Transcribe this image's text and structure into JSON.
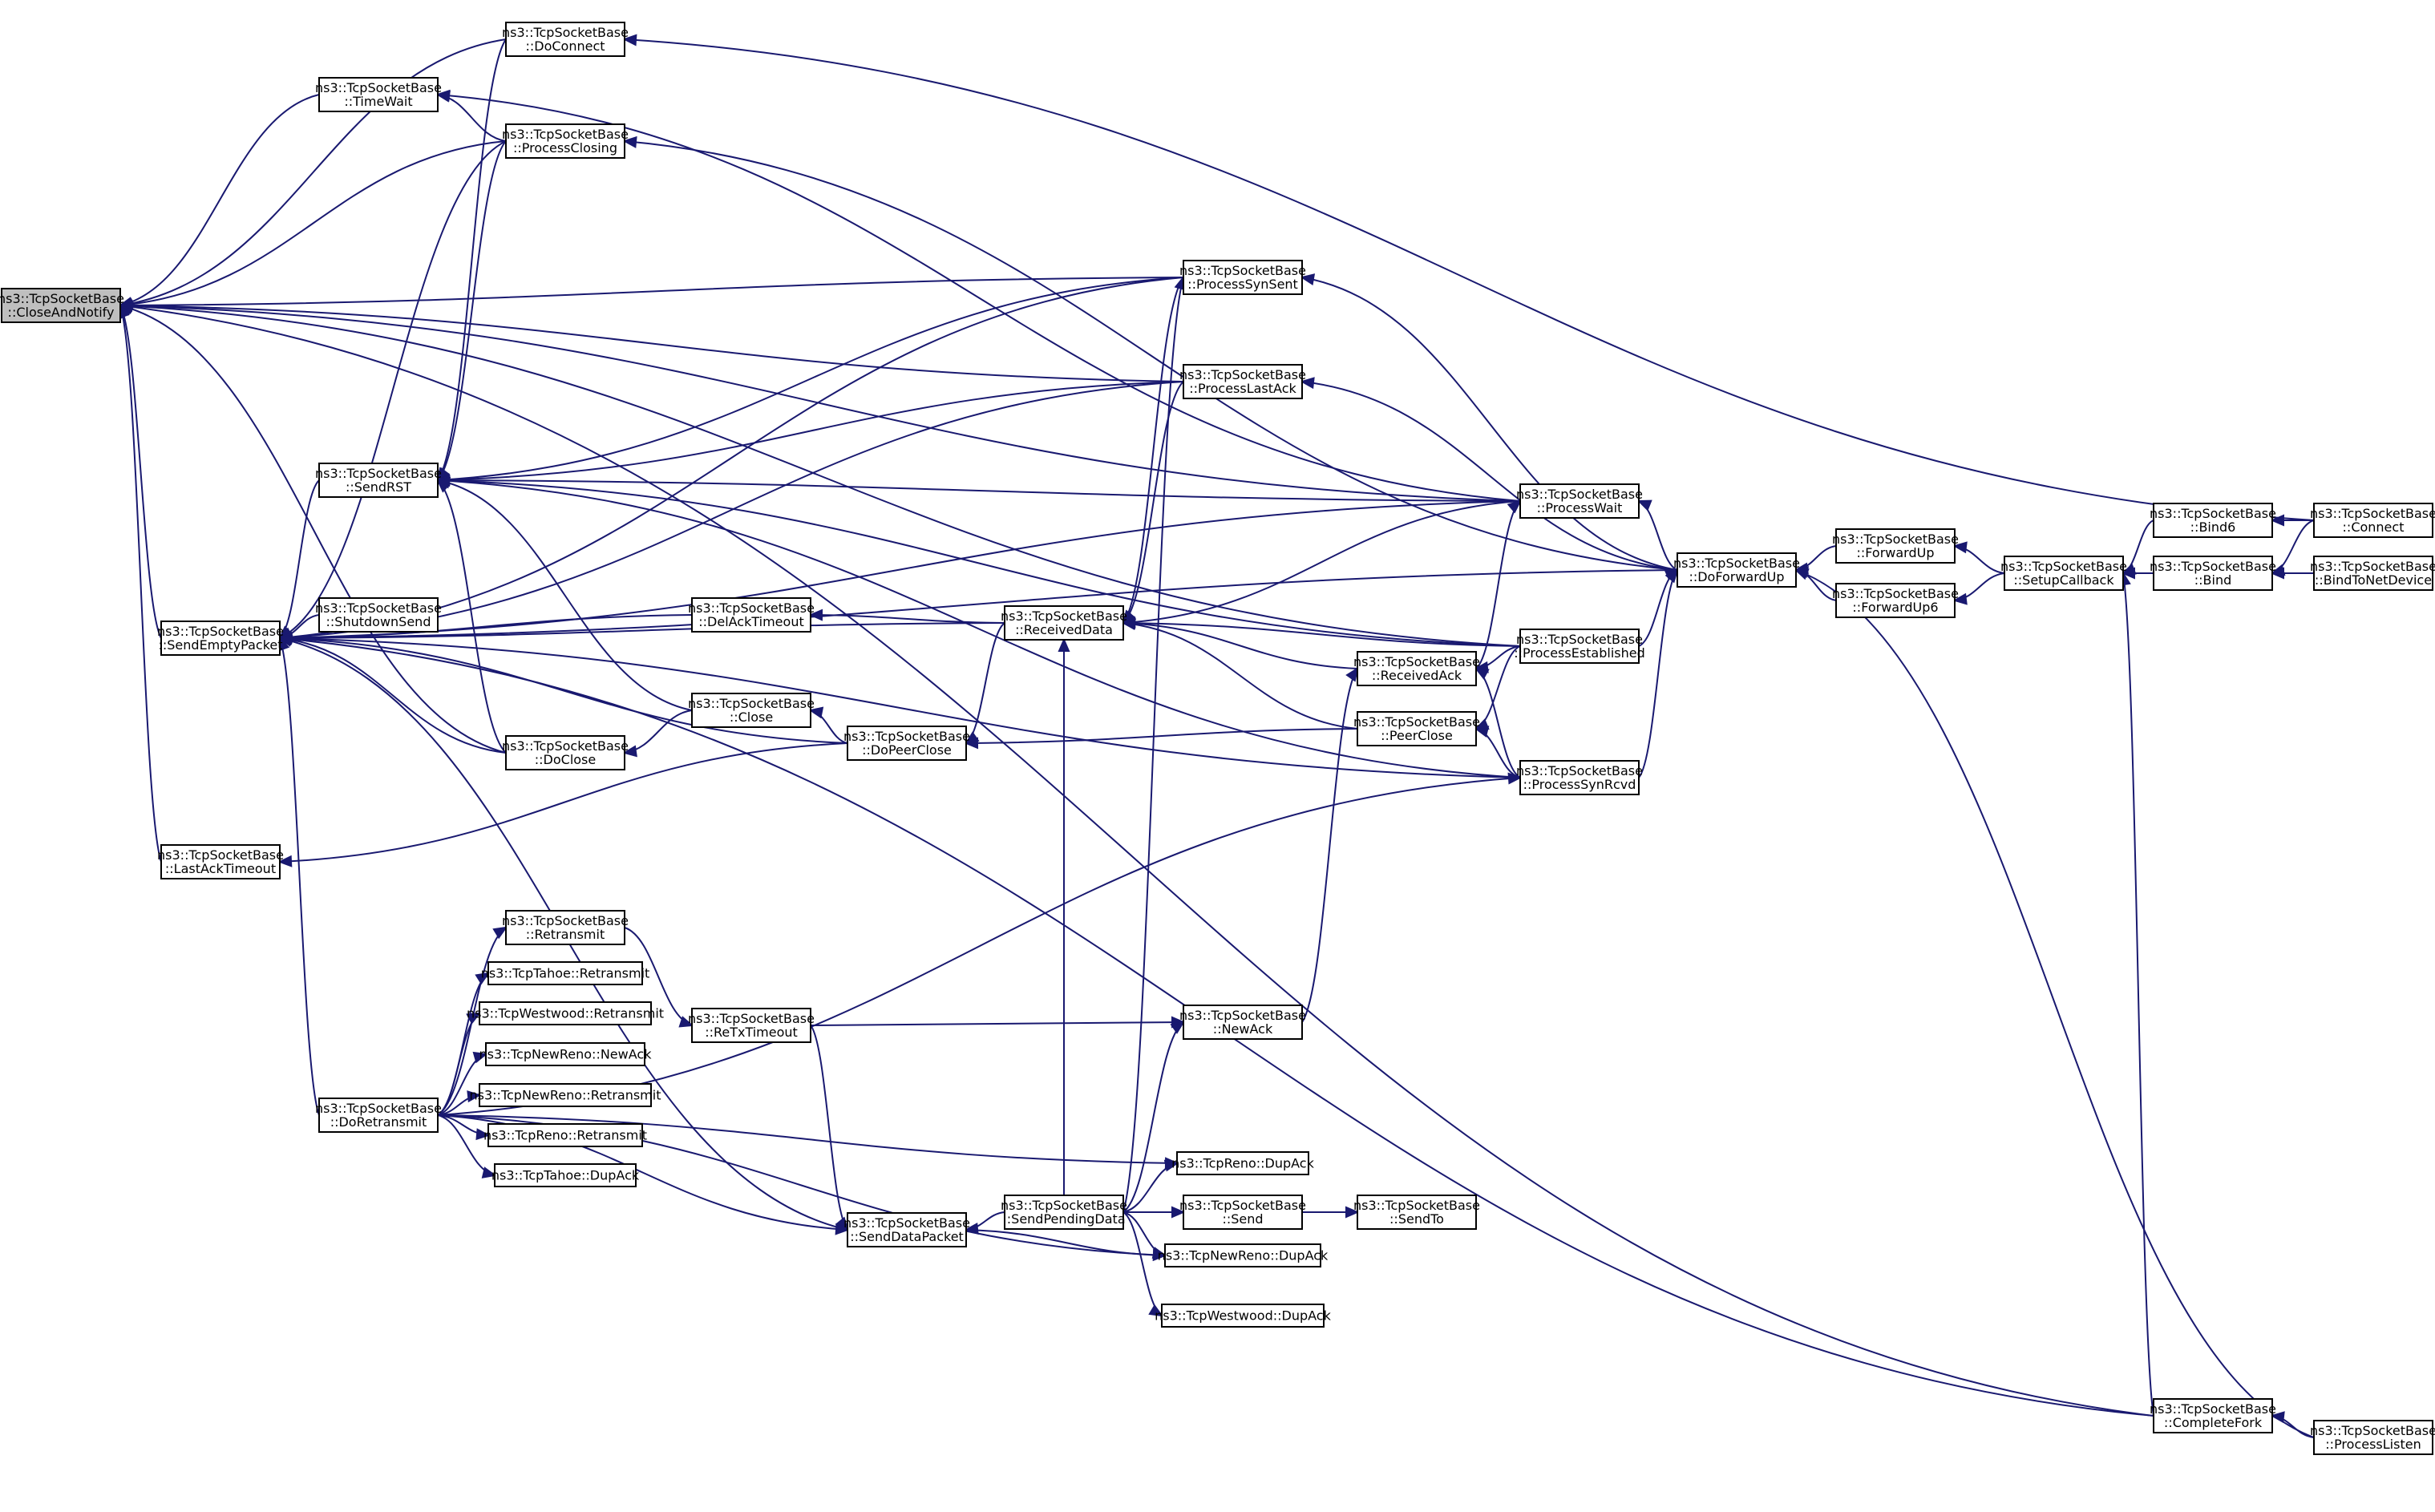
{
  "graph": {
    "nodes": [
      {
        "id": "CloseAndNotify",
        "lines": [
          "ns3::TcpSocketBase",
          "::CloseAndNotify"
        ],
        "highlight": true
      },
      {
        "id": "DoConnect",
        "lines": [
          "ns3::TcpSocketBase",
          "::DoConnect"
        ]
      },
      {
        "id": "TimeWait",
        "lines": [
          "ns3::TcpSocketBase",
          "::TimeWait"
        ]
      },
      {
        "id": "ProcessClosing",
        "lines": [
          "ns3::TcpSocketBase",
          "::ProcessClosing"
        ]
      },
      {
        "id": "ProcessSynSent",
        "lines": [
          "ns3::TcpSocketBase",
          "::ProcessSynSent"
        ]
      },
      {
        "id": "ProcessLastAck",
        "lines": [
          "ns3::TcpSocketBase",
          "::ProcessLastAck"
        ]
      },
      {
        "id": "SendRST",
        "lines": [
          "ns3::TcpSocketBase",
          "::SendRST"
        ]
      },
      {
        "id": "ProcessWait",
        "lines": [
          "ns3::TcpSocketBase",
          "::ProcessWait"
        ]
      },
      {
        "id": "DoForwardUp",
        "lines": [
          "ns3::TcpSocketBase",
          "::DoForwardUp"
        ]
      },
      {
        "id": "ForwardUp",
        "lines": [
          "ns3::TcpSocketBase",
          "::ForwardUp"
        ]
      },
      {
        "id": "ForwardUp6",
        "lines": [
          "ns3::TcpSocketBase",
          "::ForwardUp6"
        ]
      },
      {
        "id": "SetupCallback",
        "lines": [
          "ns3::TcpSocketBase",
          "::SetupCallback"
        ]
      },
      {
        "id": "Bind6",
        "lines": [
          "ns3::TcpSocketBase",
          "::Bind6"
        ]
      },
      {
        "id": "Bind",
        "lines": [
          "ns3::TcpSocketBase",
          "::Bind"
        ]
      },
      {
        "id": "Connect",
        "lines": [
          "ns3::TcpSocketBase",
          "::Connect"
        ]
      },
      {
        "id": "BindToNetDevice",
        "lines": [
          "ns3::TcpSocketBase",
          "::BindToNetDevice"
        ]
      },
      {
        "id": "SendEmptyPacket",
        "lines": [
          "ns3::TcpSocketBase",
          "::SendEmptyPacket"
        ]
      },
      {
        "id": "ShutdownSend",
        "lines": [
          "ns3::TcpSocketBase",
          "::ShutdownSend"
        ]
      },
      {
        "id": "DelAckTimeout",
        "lines": [
          "ns3::TcpSocketBase",
          "::DelAckTimeout"
        ]
      },
      {
        "id": "ReceivedData",
        "lines": [
          "ns3::TcpSocketBase",
          "::ReceivedData"
        ]
      },
      {
        "id": "ReceivedAck",
        "lines": [
          "ns3::TcpSocketBase",
          "::ReceivedAck"
        ]
      },
      {
        "id": "ProcessEstablished",
        "lines": [
          "ns3::TcpSocketBase",
          "::ProcessEstablished"
        ]
      },
      {
        "id": "PeerClose",
        "lines": [
          "ns3::TcpSocketBase",
          "::PeerClose"
        ]
      },
      {
        "id": "ProcessSynRcvd",
        "lines": [
          "ns3::TcpSocketBase",
          "::ProcessSynRcvd"
        ]
      },
      {
        "id": "Close",
        "lines": [
          "ns3::TcpSocketBase",
          "::Close"
        ]
      },
      {
        "id": "DoClose",
        "lines": [
          "ns3::TcpSocketBase",
          "::DoClose"
        ]
      },
      {
        "id": "DoPeerClose",
        "lines": [
          "ns3::TcpSocketBase",
          "::DoPeerClose"
        ]
      },
      {
        "id": "LastAckTimeout",
        "lines": [
          "ns3::TcpSocketBase",
          "::LastAckTimeout"
        ]
      },
      {
        "id": "Retransmit",
        "lines": [
          "ns3::TcpSocketBase",
          "::Retransmit"
        ]
      },
      {
        "id": "TahoeRetransmit",
        "lines": [
          "ns3::TcpTahoe::Retransmit"
        ]
      },
      {
        "id": "WestwoodRetransmit",
        "lines": [
          "ns3::TcpWestwood::Retransmit"
        ]
      },
      {
        "id": "NewRenoNewAck",
        "lines": [
          "ns3::TcpNewReno::NewAck"
        ]
      },
      {
        "id": "NewRenoRetransmit",
        "lines": [
          "ns3::TcpNewReno::Retransmit"
        ]
      },
      {
        "id": "RenoRetransmit",
        "lines": [
          "ns3::TcpReno::Retransmit"
        ]
      },
      {
        "id": "TahoeDupAck",
        "lines": [
          "ns3::TcpTahoe::DupAck"
        ]
      },
      {
        "id": "DoRetransmit",
        "lines": [
          "ns3::TcpSocketBase",
          "::DoRetransmit"
        ]
      },
      {
        "id": "ReTxTimeout",
        "lines": [
          "ns3::TcpSocketBase",
          "::ReTxTimeout"
        ]
      },
      {
        "id": "NewAck",
        "lines": [
          "ns3::TcpSocketBase",
          "::NewAck"
        ]
      },
      {
        "id": "RenoDupAck",
        "lines": [
          "ns3::TcpReno::DupAck"
        ]
      },
      {
        "id": "SendPendingData",
        "lines": [
          "ns3::TcpSocketBase",
          "::SendPendingData"
        ]
      },
      {
        "id": "SendDataPacket",
        "lines": [
          "ns3::TcpSocketBase",
          "::SendDataPacket"
        ]
      },
      {
        "id": "Send",
        "lines": [
          "ns3::TcpSocketBase",
          "::Send"
        ]
      },
      {
        "id": "SendTo",
        "lines": [
          "ns3::TcpSocketBase",
          "::SendTo"
        ]
      },
      {
        "id": "NewRenoDupAck",
        "lines": [
          "ns3::TcpNewReno::DupAck"
        ]
      },
      {
        "id": "WestwoodDupAck",
        "lines": [
          "ns3::TcpWestwood::DupAck"
        ]
      },
      {
        "id": "CompleteFork",
        "lines": [
          "ns3::TcpSocketBase",
          "::CompleteFork"
        ]
      },
      {
        "id": "ProcessListen",
        "lines": [
          "ns3::TcpSocketBase",
          "::ProcessListen"
        ]
      }
    ],
    "edges": [
      {
        "from": "DoConnect",
        "to": "CloseAndNotify"
      },
      {
        "from": "TimeWait",
        "to": "CloseAndNotify"
      },
      {
        "from": "ProcessClosing",
        "to": "CloseAndNotify"
      },
      {
        "from": "ProcessSynSent",
        "to": "CloseAndNotify"
      },
      {
        "from": "ProcessLastAck",
        "to": "CloseAndNotify"
      },
      {
        "from": "SendEmptyPacket",
        "to": "CloseAndNotify"
      },
      {
        "from": "DoClose",
        "to": "CloseAndNotify"
      },
      {
        "from": "LastAckTimeout",
        "to": "CloseAndNotify"
      },
      {
        "from": "ProcessEstablished",
        "to": "CloseAndNotify"
      },
      {
        "from": "CompleteFork",
        "to": "CloseAndNotify"
      },
      {
        "from": "ProcessWait",
        "to": "CloseAndNotify"
      },
      {
        "from": "Connect",
        "to": "DoConnect"
      },
      {
        "from": "ProcessClosing",
        "to": "TimeWait"
      },
      {
        "from": "ProcessWait",
        "to": "TimeWait"
      },
      {
        "from": "DoForwardUp",
        "to": "ProcessClosing"
      },
      {
        "from": "DoForwardUp",
        "to": "ProcessSynSent"
      },
      {
        "from": "DoForwardUp",
        "to": "ProcessLastAck"
      },
      {
        "from": "DoForwardUp",
        "to": "ProcessWait"
      },
      {
        "from": "ProcessSynRcvd",
        "to": "DoForwardUp"
      },
      {
        "from": "ProcessEstablished",
        "to": "DoForwardUp"
      },
      {
        "from": "ProcessListen",
        "to": "DoForwardUp"
      },
      {
        "from": "ForwardUp",
        "to": "DoForwardUp"
      },
      {
        "from": "ForwardUp6",
        "to": "DoForwardUp"
      },
      {
        "from": "SetupCallback",
        "to": "ForwardUp"
      },
      {
        "from": "SetupCallback",
        "to": "ForwardUp6"
      },
      {
        "from": "Bind6",
        "to": "SetupCallback"
      },
      {
        "from": "Bind",
        "to": "SetupCallback"
      },
      {
        "from": "CompleteFork",
        "to": "SetupCallback"
      },
      {
        "from": "Connect",
        "to": "Bind6"
      },
      {
        "from": "Connect",
        "to": "Bind"
      },
      {
        "from": "BindToNetDevice",
        "to": "Bind"
      },
      {
        "from": "ProcessListen",
        "to": "CompleteFork"
      },
      {
        "from": "DoConnect",
        "to": "SendRST"
      },
      {
        "from": "ProcessClosing",
        "to": "SendRST"
      },
      {
        "from": "ProcessSynSent",
        "to": "SendRST"
      },
      {
        "from": "ProcessLastAck",
        "to": "SendRST"
      },
      {
        "from": "ProcessWait",
        "to": "SendRST"
      },
      {
        "from": "ProcessEstablished",
        "to": "SendRST"
      },
      {
        "from": "ProcessSynRcvd",
        "to": "SendRST"
      },
      {
        "from": "Close",
        "to": "SendRST"
      },
      {
        "from": "DoClose",
        "to": "SendRST"
      },
      {
        "from": "SendRST",
        "to": "SendEmptyPacket"
      },
      {
        "from": "ProcessClosing",
        "to": "SendEmptyPacket"
      },
      {
        "from": "ProcessSynSent",
        "to": "SendEmptyPacket"
      },
      {
        "from": "ProcessLastAck",
        "to": "SendEmptyPacket"
      },
      {
        "from": "ProcessWait",
        "to": "SendEmptyPacket"
      },
      {
        "from": "ShutdownSend",
        "to": "SendEmptyPacket"
      },
      {
        "from": "DelAckTimeout",
        "to": "SendEmptyPacket"
      },
      {
        "from": "ReceivedData",
        "to": "SendEmptyPacket"
      },
      {
        "from": "DoClose",
        "to": "SendEmptyPacket"
      },
      {
        "from": "DoPeerClose",
        "to": "SendEmptyPacket"
      },
      {
        "from": "DoRetransmit",
        "to": "SendEmptyPacket"
      },
      {
        "from": "SendDataPacket",
        "to": "SendEmptyPacket"
      },
      {
        "from": "ProcessSynRcvd",
        "to": "SendEmptyPacket"
      },
      {
        "from": "CompleteFork",
        "to": "SendEmptyPacket"
      },
      {
        "from": "DoForwardUp",
        "to": "SendEmptyPacket"
      },
      {
        "from": "ReceivedData",
        "to": "DelAckTimeout"
      },
      {
        "from": "ProcessSynSent",
        "to": "ReceivedData"
      },
      {
        "from": "ProcessLastAck",
        "to": "ReceivedData"
      },
      {
        "from": "ProcessWait",
        "to": "ReceivedData"
      },
      {
        "from": "ProcessEstablished",
        "to": "ReceivedData"
      },
      {
        "from": "ReceivedAck",
        "to": "ReceivedData"
      },
      {
        "from": "PeerClose",
        "to": "ReceivedData"
      },
      {
        "from": "ProcessEstablished",
        "to": "ReceivedAck"
      },
      {
        "from": "ProcessSynRcvd",
        "to": "ReceivedAck"
      },
      {
        "from": "ReceivedAck",
        "to": "ProcessWait"
      },
      {
        "from": "ProcessSynRcvd",
        "to": "PeerClose"
      },
      {
        "from": "ProcessEstablished",
        "to": "PeerClose"
      },
      {
        "from": "PeerClose",
        "to": "DoPeerClose"
      },
      {
        "from": "DoPeerClose",
        "to": "Close"
      },
      {
        "from": "Close",
        "to": "DoClose"
      },
      {
        "from": "DoPeerClose",
        "to": "LastAckTimeout"
      },
      {
        "from": "ReceivedData",
        "to": "DoPeerClose"
      },
      {
        "from": "DoRetransmit",
        "to": "Retransmit"
      },
      {
        "from": "DoRetransmit",
        "to": "TahoeRetransmit"
      },
      {
        "from": "DoRetransmit",
        "to": "WestwoodRetransmit"
      },
      {
        "from": "DoRetransmit",
        "to": "NewRenoNewAck"
      },
      {
        "from": "DoRetransmit",
        "to": "NewRenoRetransmit"
      },
      {
        "from": "DoRetransmit",
        "to": "RenoRetransmit"
      },
      {
        "from": "DoRetransmit",
        "to": "TahoeDupAck"
      },
      {
        "from": "DoRetransmit",
        "to": "RenoDupAck"
      },
      {
        "from": "DoRetransmit",
        "to": "SendDataPacket"
      },
      {
        "from": "DoRetransmit",
        "to": "NewRenoDupAck"
      },
      {
        "from": "DoRetransmit",
        "to": "ProcessSynRcvd"
      },
      {
        "from": "Retransmit",
        "to": "ReTxTimeout"
      },
      {
        "from": "ReTxTimeout",
        "to": "NewAck"
      },
      {
        "from": "ReTxTimeout",
        "to": "SendDataPacket"
      },
      {
        "from": "NewAck",
        "to": "ReceivedAck"
      },
      {
        "from": "SendPendingData",
        "to": "SendDataPacket"
      },
      {
        "from": "SendPendingData",
        "to": "ReceivedData"
      },
      {
        "from": "SendPendingData",
        "to": "ProcessSynSent"
      },
      {
        "from": "SendPendingData",
        "to": "NewAck"
      },
      {
        "from": "SendPendingData",
        "to": "RenoDupAck"
      },
      {
        "from": "SendPendingData",
        "to": "Send"
      },
      {
        "from": "SendPendingData",
        "to": "NewRenoDupAck"
      },
      {
        "from": "SendPendingData",
        "to": "WestwoodDupAck"
      },
      {
        "from": "Send",
        "to": "SendTo"
      },
      {
        "from": "SendDataPacket",
        "to": "NewRenoDupAck"
      }
    ]
  }
}
